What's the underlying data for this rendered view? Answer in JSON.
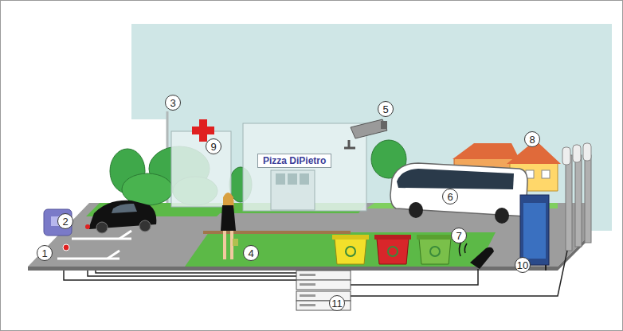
{
  "diagram": {
    "nodes": [
      {
        "text": [
          "Pizza DiPietro"
        ]
      }
    ],
    "labels": [
      "1",
      "2",
      "3",
      "4",
      "5",
      "6",
      "7",
      "8",
      "9",
      "10",
      "11"
    ]
  }
}
